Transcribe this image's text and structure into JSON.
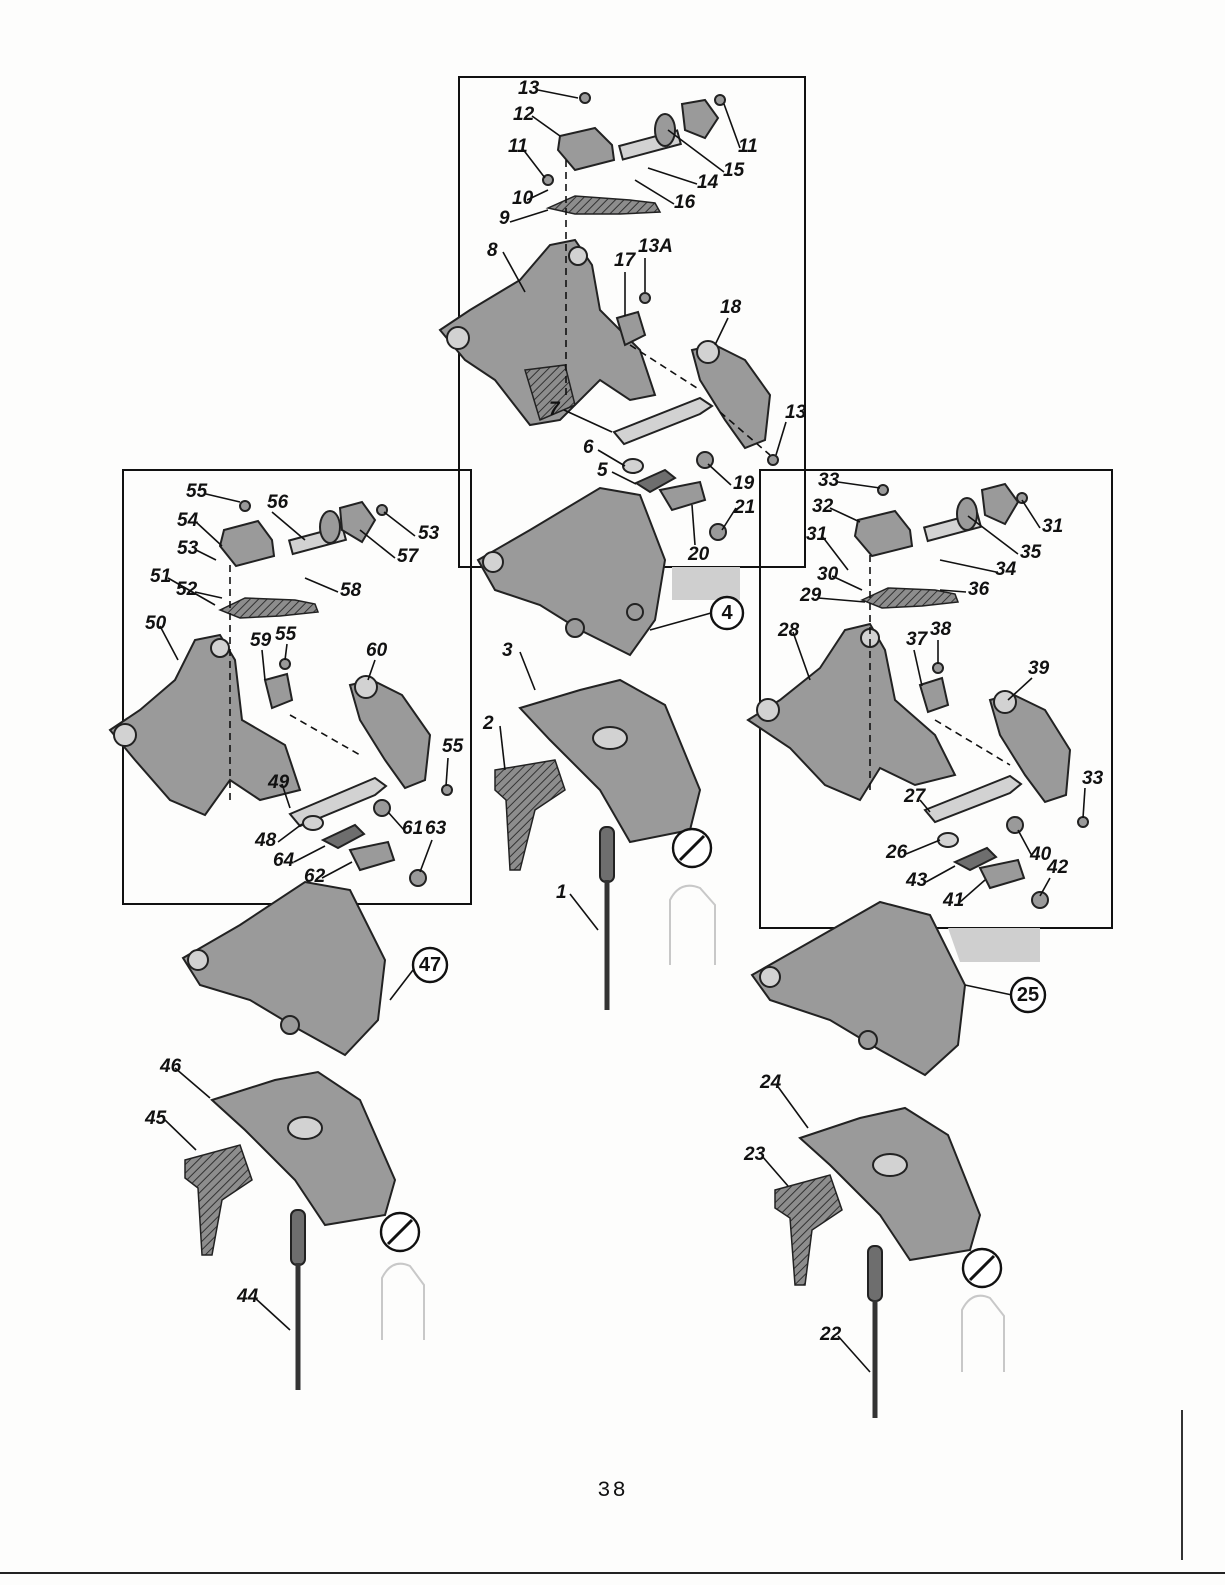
{
  "page": {
    "number": "38"
  },
  "callouts": {
    "center_assembly": [
      "13",
      "12",
      "11",
      "11",
      "15",
      "14",
      "16",
      "10",
      "9",
      "8",
      "13A",
      "17",
      "18",
      "7",
      "13",
      "6",
      "5",
      "19",
      "21",
      "20"
    ],
    "center_foot": {
      "circled": "4",
      "parts": [
        "3",
        "2",
        "1"
      ]
    },
    "left_assembly": [
      "55",
      "56",
      "53",
      "54",
      "53",
      "57",
      "51",
      "52",
      "58",
      "50",
      "59",
      "55",
      "60",
      "55",
      "49",
      "48",
      "61",
      "63",
      "64",
      "62"
    ],
    "left_foot": {
      "circled": "47",
      "parts": [
        "46",
        "45",
        "44"
      ]
    },
    "right_assembly": [
      "33",
      "32",
      "31",
      "31",
      "30",
      "29",
      "35",
      "34",
      "36",
      "28",
      "37",
      "38",
      "39",
      "33",
      "27",
      "26",
      "40",
      "42",
      "43",
      "41"
    ],
    "right_foot": {
      "circled": "25",
      "parts": [
        "24",
        "23",
        "22"
      ]
    }
  }
}
